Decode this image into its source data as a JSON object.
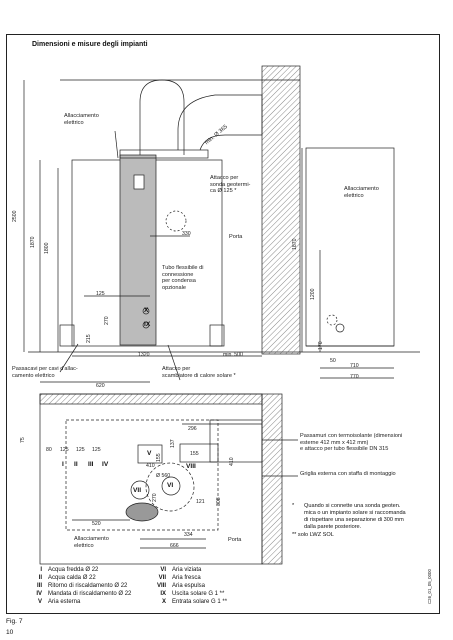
{
  "header": {
    "title": "Dimensioni e misure degli impianti"
  },
  "top_labels": {
    "allacciamento_top": "Allacciamento\nelettrico",
    "min_365": "min. Ø 365",
    "attacco_sonda": "Attacco per\nsonda geotermi-\nca Ø 125 *",
    "allacciamento_right": "Allacciamento\nelettrico",
    "porta_top": "Porta",
    "tubo_flessibile": "Tubo flessibile di\nconnessione\nper condensa\nopzionale",
    "passacavi": "Passacavi per cavi d'allac-\ncamento elettrico",
    "attacco_scambiatore": "Attacco per\nscambiatore di calore solare *"
  },
  "top_dims": {
    "h2500": "2500",
    "h1870a": "1870",
    "h1800": "1800",
    "h1870b": "1870",
    "h1200": "1200",
    "d330": "330",
    "d125": "125",
    "d270": "270",
    "d215": "215",
    "d170": "170",
    "w1320": "1320",
    "min500": "min. 500",
    "d50": "50",
    "d710": "710",
    "d770": "770"
  },
  "bottom_labels": {
    "passamuri": "Passamuri con termoisolante (dimensioni\nesterne 412 mm x 412 mm)\ne attacco per tubo flessibile DN 315",
    "griglia": "Griglia esterna con staffa di montaggio",
    "allacciamento_bottom": "Allacciamento\nelettrico",
    "porta_bottom": "Porta"
  },
  "bottom_dims": {
    "d620": "620",
    "d296": "296",
    "d75": "75",
    "d80": "80",
    "d125a": "125",
    "d125b": "125",
    "d125c": "125",
    "d410a": "410",
    "d155a": "155",
    "d155b": "155",
    "d410b": "410",
    "d137": "137",
    "d560": "Ø 560",
    "d121": "121",
    "d308": "308",
    "d270b": "270",
    "d520": "520",
    "d334": "334",
    "d666": "666"
  },
  "roman_marks": [
    "I",
    "II",
    "III",
    "IV",
    "V",
    "VI",
    "VII",
    "VIII",
    "IX",
    "X"
  ],
  "notes": {
    "star": "*",
    "note1": "Quando si connette una sonda geoten.\nmica o un impianto solare si raccomanda\ndi rispettare una separazione di 300 mm\ndalla parete posteriore.",
    "note2": "**  solo LWZ SOL"
  },
  "legend_left": [
    {
      "key": "I",
      "text": "Acqua fredda  Ø 22"
    },
    {
      "key": "II",
      "text": "Acqua calda Ø 22"
    },
    {
      "key": "III",
      "text": "Ritorno di riscaldamento  Ø 22"
    },
    {
      "key": "IV",
      "text": "Mandata di riscaldamento  Ø 22"
    },
    {
      "key": "V",
      "text": "Aria esterna"
    }
  ],
  "legend_right": [
    {
      "key": "VI",
      "text": "Aria viziata"
    },
    {
      "key": "VII",
      "text": "Aria fresca"
    },
    {
      "key": "VIII",
      "text": "Aria espulsa"
    },
    {
      "key": "IX",
      "text": "Uscita solare G 1 **"
    },
    {
      "key": "X",
      "text": "Entrata solare G 1 **"
    }
  ],
  "footer": {
    "fig": "Fig. 7",
    "page": "10",
    "code": "C26_01_05_0000"
  }
}
